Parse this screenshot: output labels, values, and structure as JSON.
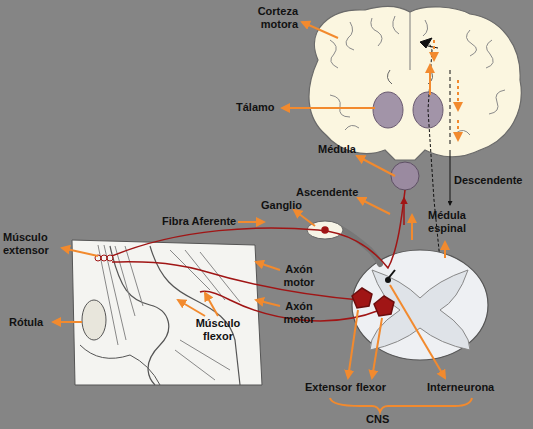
{
  "diagram": {
    "labels": [
      "Corteza motora",
      "Tálamo",
      "Médula",
      "Ganglio",
      "Ascendente",
      "Descendente",
      "Fibra Aferente",
      "Músculo extensor",
      "Médula espinal",
      "Axón motor",
      "Axón motor",
      "Rótula",
      "Músculo flexor",
      "Extensor",
      "flexor",
      "Interneurona",
      "CNS"
    ]
  }
}
